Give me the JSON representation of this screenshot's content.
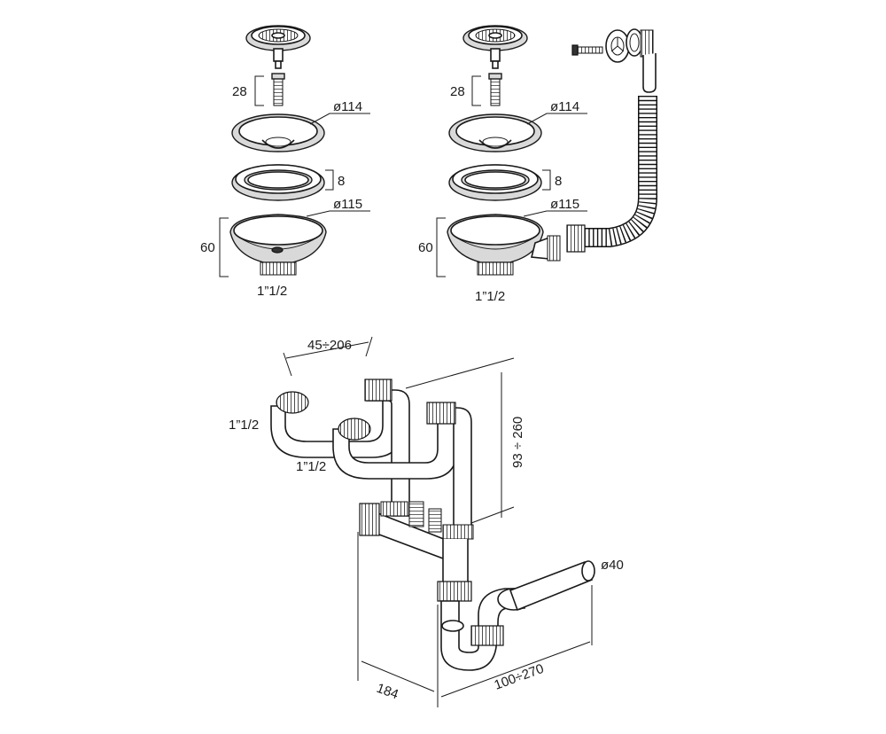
{
  "drawing": {
    "single_strainer": {
      "screw_height": "28",
      "flange_diameter": "ø114",
      "gasket_thickness": "8",
      "body_diameter": "ø115",
      "body_height": "60",
      "thread_size": "1”1/2"
    },
    "strainer_with_overflow": {
      "screw_height": "28",
      "flange_diameter": "ø114",
      "gasket_thickness": "8",
      "body_diameter": "ø115",
      "body_height": "60",
      "thread_size": "1”1/2"
    },
    "siphon": {
      "inlet_spacing": "45÷206",
      "left_inlet_thread": "1”1/2",
      "right_inlet_thread": "1”1/2",
      "height_range": "93 ÷ 260",
      "outlet_diameter": "ø40",
      "depth": "184",
      "outlet_length": "100÷270"
    }
  }
}
